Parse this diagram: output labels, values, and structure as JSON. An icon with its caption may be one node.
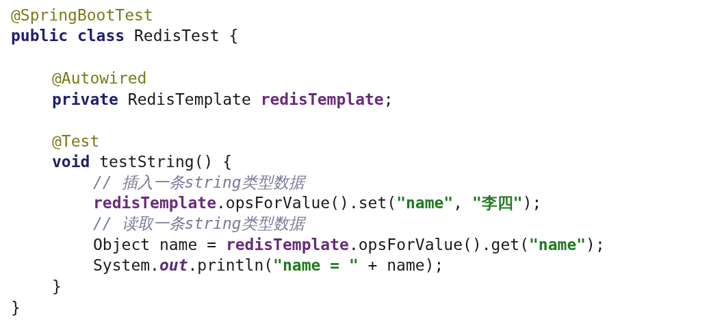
{
  "diagram": {
    "labels": [
      "@SpringBootTest",
      "**public class** RedisTest {",
      "@Autowired",
      "**private** RedisTemplate **redisTemplate**;",
      "@Test",
      "**void** testString() {",
      "// 插入一条string类型数据",
      "**redisTemplate**.opsForValue().set(**\"name\"**, **\"李四\"**);",
      "// 读取一条string类型数据",
      "Object name = **redisTemplate**.opsForValue().get(**\"name\"**);",
      "System.*out*.println(**\"name = \"** + name);",
      "}",
      "}"
    ]
  }
}
